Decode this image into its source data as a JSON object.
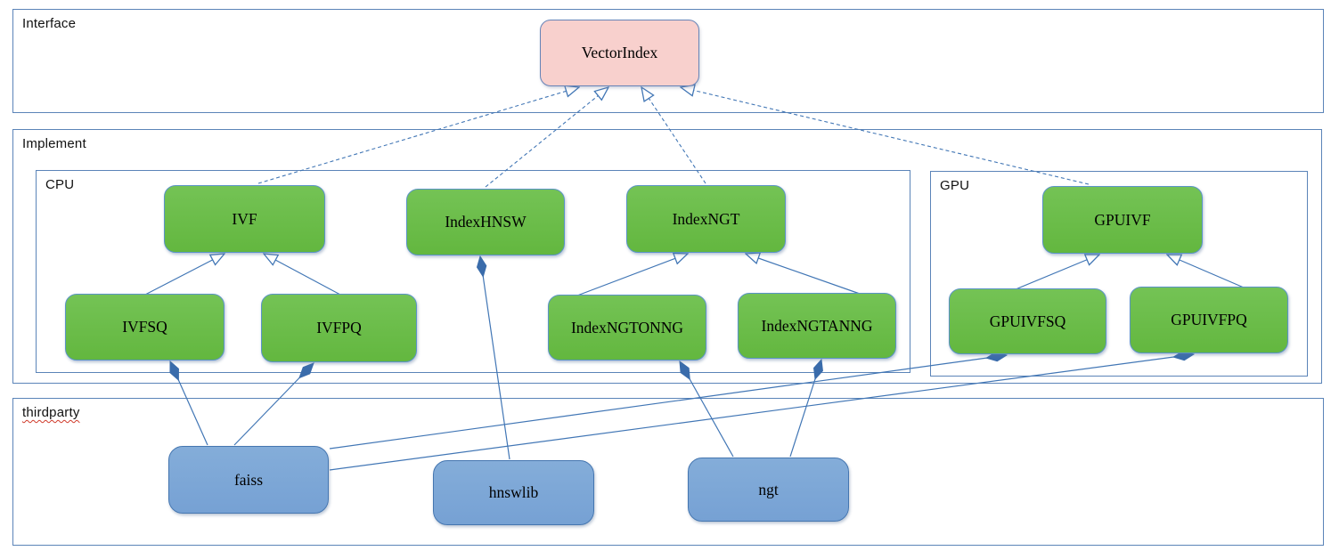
{
  "containers": {
    "interface": {
      "label": "Interface"
    },
    "implement": {
      "label": "Implement"
    },
    "cpu": {
      "label": "CPU"
    },
    "gpu": {
      "label": "GPU"
    },
    "thirdparty": {
      "label": "thirdparty",
      "spellcheck_underline": true
    }
  },
  "nodes": {
    "vectorindex": {
      "label": "VectorIndex",
      "kind": "interface"
    },
    "ivf": {
      "label": "IVF",
      "kind": "cpu-implementation"
    },
    "indexhnsw": {
      "label": "IndexHNSW",
      "kind": "cpu-implementation"
    },
    "indexngt": {
      "label": "IndexNGT",
      "kind": "cpu-implementation"
    },
    "ivfsq": {
      "label": "IVFSQ",
      "kind": "cpu-implementation"
    },
    "ivfpq": {
      "label": "IVFPQ",
      "kind": "cpu-implementation"
    },
    "indexngtonng": {
      "label": "IndexNGTONNG",
      "kind": "cpu-implementation"
    },
    "indexngtanng": {
      "label": "IndexNGTANNG",
      "kind": "cpu-implementation"
    },
    "gpuivf": {
      "label": "GPUIVF",
      "kind": "gpu-implementation"
    },
    "gpuivfsq": {
      "label": "GPUIVFSQ",
      "kind": "gpu-implementation"
    },
    "gpuivfpq": {
      "label": "GPUIVFPQ",
      "kind": "gpu-implementation"
    },
    "faiss": {
      "label": "faiss",
      "kind": "thirdparty-library"
    },
    "hnswlib": {
      "label": "hnswlib",
      "kind": "thirdparty-library"
    },
    "ngt": {
      "label": "ngt",
      "kind": "thirdparty-library"
    }
  },
  "relations": {
    "realization_dashed_hollow_arrow": [
      {
        "from": "IVF",
        "to": "VectorIndex"
      },
      {
        "from": "IndexHNSW",
        "to": "VectorIndex"
      },
      {
        "from": "IndexNGT",
        "to": "VectorIndex"
      },
      {
        "from": "GPUIVF",
        "to": "VectorIndex"
      }
    ],
    "generalization_solid_hollow_arrow": [
      {
        "from": "IVFSQ",
        "to": "IVF"
      },
      {
        "from": "IVFPQ",
        "to": "IVF"
      },
      {
        "from": "IndexNGTONNG",
        "to": "IndexNGT"
      },
      {
        "from": "IndexNGTANNG",
        "to": "IndexNGT"
      },
      {
        "from": "GPUIVFSQ",
        "to": "GPUIVF"
      },
      {
        "from": "GPUIVFPQ",
        "to": "GPUIVF"
      }
    ],
    "composition_filled_diamond": [
      {
        "diamond_at": "IVFSQ",
        "library": "faiss"
      },
      {
        "diamond_at": "IVFPQ",
        "library": "faiss"
      },
      {
        "diamond_at": "IndexHNSW",
        "library": "hnswlib"
      },
      {
        "diamond_at": "IndexNGTONNG",
        "library": "ngt"
      },
      {
        "diamond_at": "IndexNGTANNG",
        "library": "ngt"
      },
      {
        "diamond_at": "GPUIVFSQ",
        "library": "faiss"
      },
      {
        "diamond_at": "GPUIVFPQ",
        "library": "faiss"
      }
    ]
  },
  "colors": {
    "background": "#ffffff",
    "container_border": "#5b84b8",
    "edge_blue": "#4176b5",
    "diamond_fill": "#3a6cab",
    "interface_node_fill": "#f8d0cd",
    "interface_node_border": "#6684b8",
    "implementation_node_fill": "#6abf4a",
    "implementation_node_border": "#5a93c6",
    "library_node_fill": "#7da7d9",
    "library_node_border": "#4576b0",
    "spellcheck_squiggle": "#d03a2a"
  }
}
